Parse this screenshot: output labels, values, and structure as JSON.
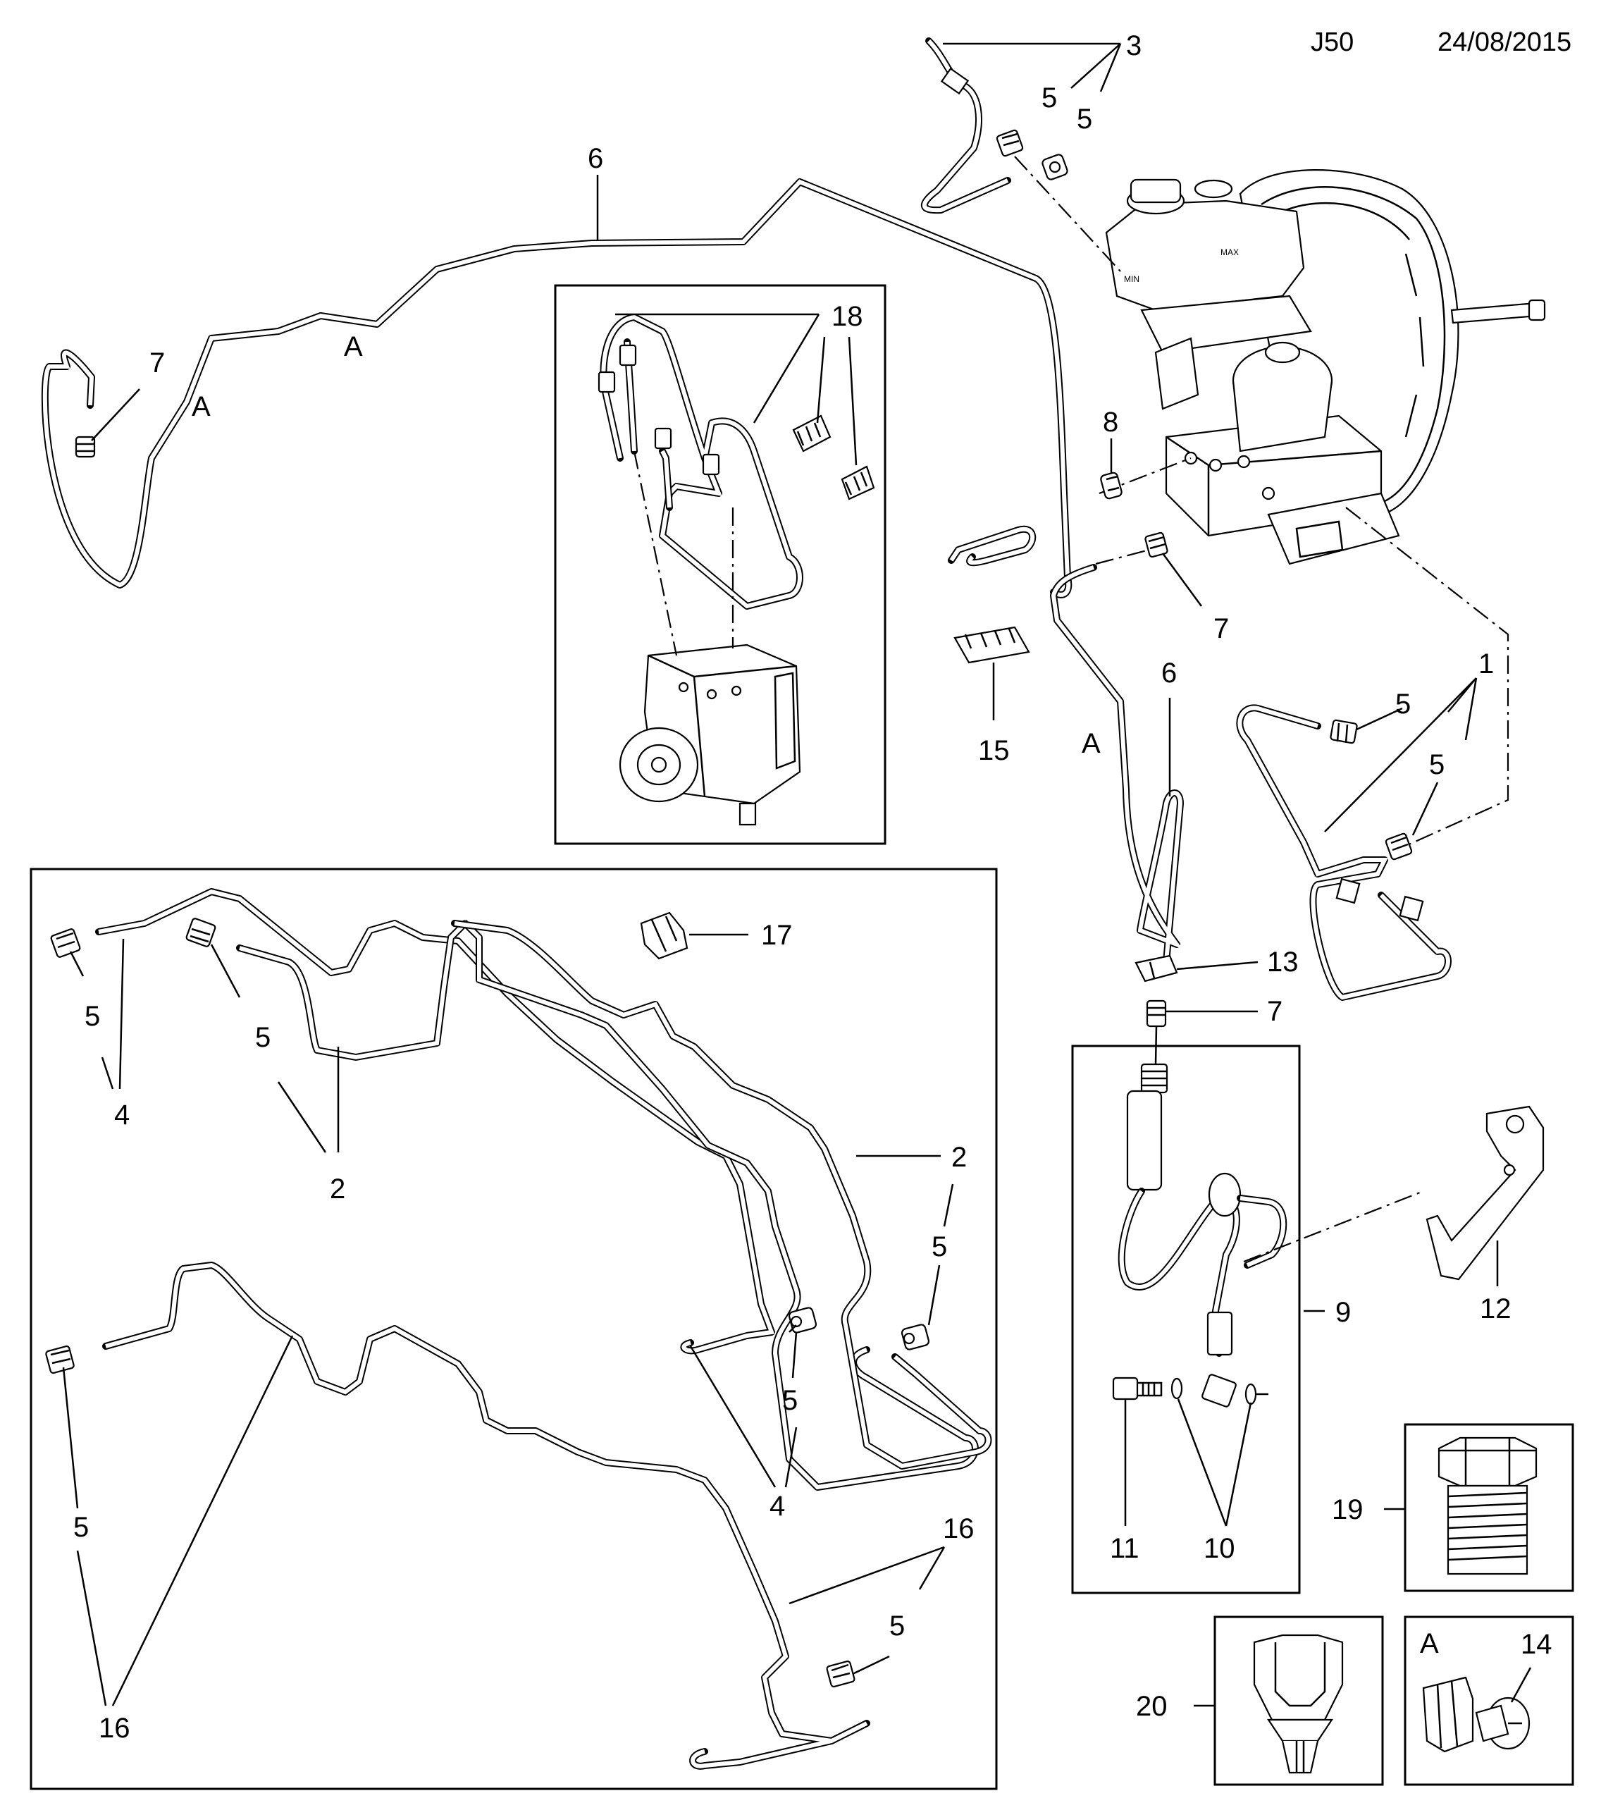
{
  "header": {
    "diagram_code": "J50",
    "date": "24/08/2015"
  },
  "callouts": {
    "c1": "1",
    "c2a": "2",
    "c2b": "2",
    "c3": "3",
    "c4a": "4",
    "c4b": "4",
    "c5a": "5",
    "c5b": "5",
    "c5c": "5",
    "c5d": "5",
    "c5e": "5",
    "c5f": "5",
    "c5g": "5",
    "c5h": "5",
    "c5i": "5",
    "c5j": "5",
    "c6a": "6",
    "c6b": "6",
    "c7a": "7",
    "c7b": "7",
    "c7c": "7",
    "c8": "8",
    "c9": "9",
    "c10": "10",
    "c11": "11",
    "c12": "12",
    "c13": "13",
    "c14": "14",
    "c15": "15",
    "c16a": "16",
    "c16b": "16",
    "c17": "17",
    "c18": "18",
    "c19": "19",
    "c20": "20"
  },
  "clip_markers": {
    "a1": "A",
    "a2": "A",
    "a3": "A",
    "a4": "A"
  },
  "unit_labels": {
    "max": "MAX",
    "min": "MIN"
  }
}
